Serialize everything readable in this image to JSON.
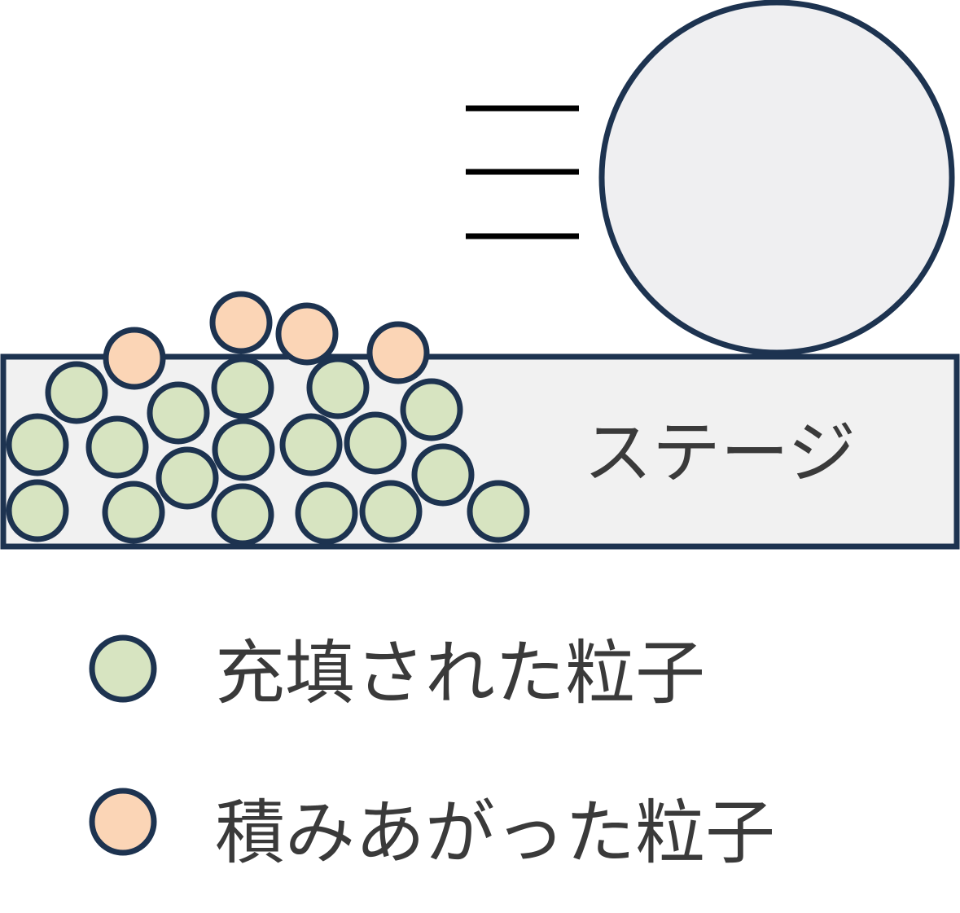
{
  "stage": {
    "label": "ステージ"
  },
  "legend": [
    {
      "kind": "filled",
      "label": "充填された粒子"
    },
    {
      "kind": "stacked",
      "label": "積みあがった粒子"
    }
  ],
  "colors": {
    "outline": "#1d3350",
    "stage_fill": "#f1f1f1",
    "roller_fill": "#efeff1",
    "filled_particle": "#d7e4c1",
    "stacked_particle": "#fbd5b6",
    "motion_lines": "#000000",
    "text": "#3a3a3a"
  }
}
